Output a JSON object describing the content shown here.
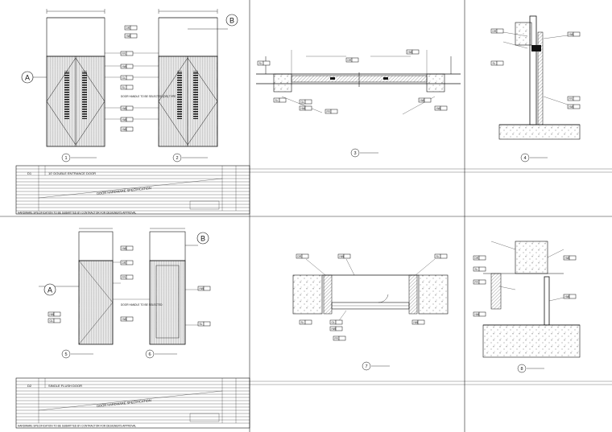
{
  "grid_marks": {
    "circle_a": "A",
    "circle_b": "B",
    "circle_a2": "A",
    "circle_b2": "B"
  },
  "door_type_1": {
    "tags": [
      "DR",
      "HW",
      "FR",
      "HW",
      "GL",
      "SL",
      "HW",
      "HW",
      "HW"
    ],
    "note_handles": "DOOR HANDLE TO BE SELECTED (DR) TYPE",
    "elev1_label": "1",
    "elev2_label": "2"
  },
  "plan_1": {
    "tags": [
      "DR",
      "HW",
      "SL",
      "GL",
      "HW",
      "FR",
      "SL",
      "HW",
      "HW"
    ],
    "label": "3"
  },
  "section_1": {
    "tags": [
      "DR",
      "HW",
      "SL",
      "FR",
      "HW"
    ],
    "label": "4"
  },
  "spec_table_1": {
    "code": "D1",
    "description": "10' DOUBLE ENTRANCE DOOR",
    "watermark": "DOOR HARDWARE SPECIFICATION",
    "footer_note": "HARDWARE SPECIFICATION TO BE SUBMITTED BY CONTRACTOR FOR DESIGNER'S APPROVAL"
  },
  "door_type_2": {
    "tags": [
      "HW",
      "DR",
      "FR",
      "HW",
      "GL",
      "HW",
      "SL",
      "HW"
    ],
    "note_handles": "DOOR HANDLE TO BE SELECTED",
    "elev1_label": "5",
    "elev2_label": "6"
  },
  "plan_2": {
    "tags": [
      "DR",
      "HW",
      "SL",
      "GL",
      "HW",
      "FR",
      "HW",
      "SL"
    ],
    "label": "7"
  },
  "section_2": {
    "tags": [
      "DR",
      "HW",
      "SL",
      "FR",
      "HW",
      "HW"
    ],
    "label": "8"
  },
  "spec_table_2": {
    "code": "D2",
    "description": "SINGLE FLUSH DOOR",
    "watermark": "DOOR HARDWARE SPECIFICATION",
    "footer_note": "HARDWARE SPECIFICATION TO BE SUBMITTED BY CONTRACTOR FOR DESIGNER'S APPROVAL"
  }
}
